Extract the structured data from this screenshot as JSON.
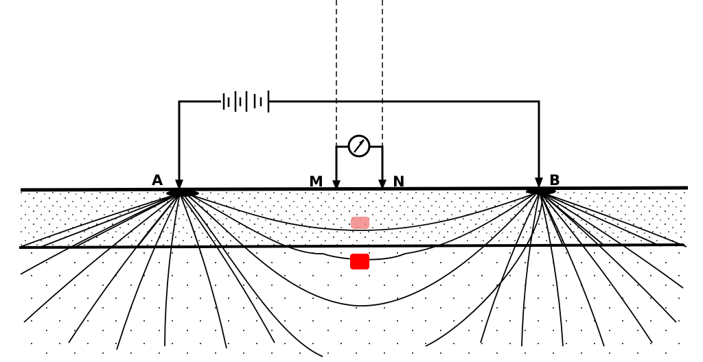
{
  "labels": {
    "electrode_a": "A",
    "electrode_b": "B",
    "electrode_m": "M",
    "electrode_n": "N"
  },
  "colors": {
    "ink": "#000000",
    "marker_upper": "#f08080",
    "marker_lower": "#ff0000"
  }
}
